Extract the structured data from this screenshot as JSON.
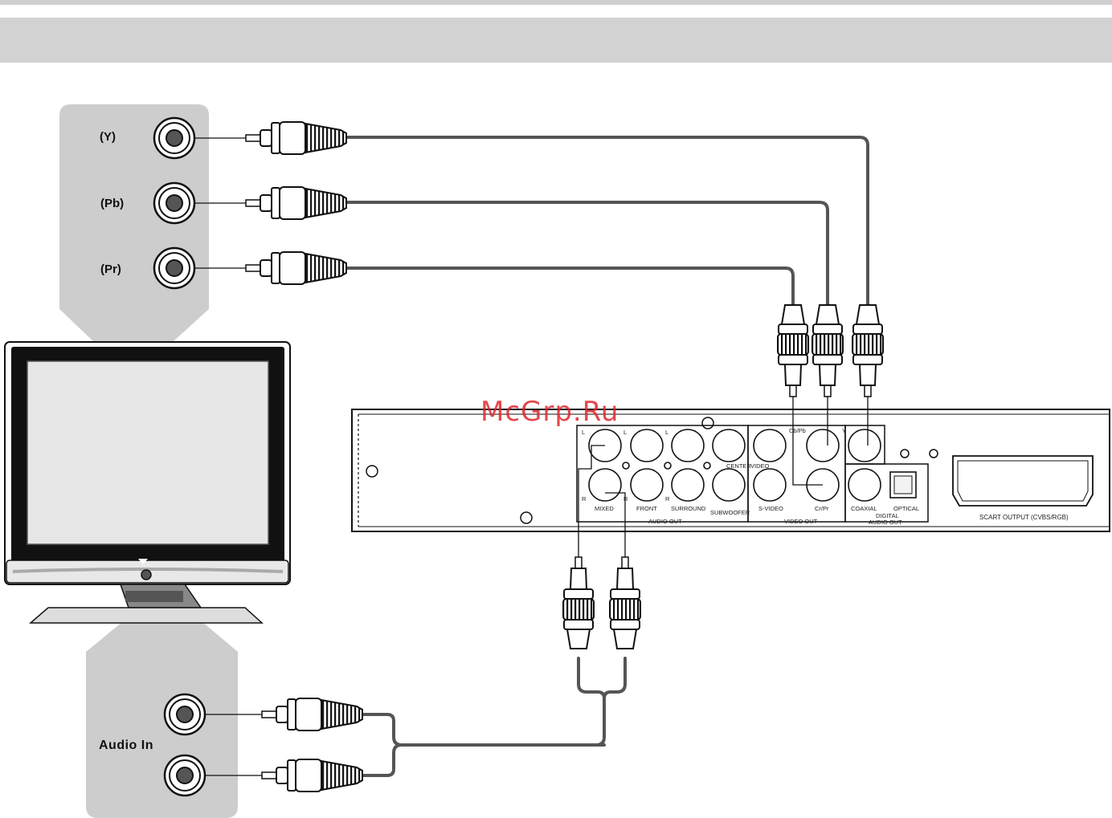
{
  "tv_video_inputs": {
    "labels": [
      "(Y)",
      "(Pb)",
      "(Pr)"
    ]
  },
  "tv_audio_inputs": {
    "label": "Audio In"
  },
  "player_panel": {
    "audio_out": {
      "top_labels": [
        "L",
        "L",
        "L"
      ],
      "center_label": "CENTER",
      "r_labels": [
        "R",
        "R",
        "R"
      ],
      "bottom_labels": [
        "MIXED",
        "FRONT",
        "SURROUND",
        "SUBWOOFER"
      ],
      "group_label": "AUDIO OUT"
    },
    "video_out": {
      "cbpb_label": "Cb/Pb",
      "y_label": "Y",
      "video_label": "VIDEO",
      "svideo_label": "S-VIDEO",
      "crpr_label": "Cr/Pr",
      "group_label": "VIDEO OUT"
    },
    "digital_audio_out": {
      "coaxial_label": "COAXIAL",
      "optical_label": "OPTICAL",
      "group_label_1": "DIGITAL",
      "group_label_2": "AUDIO OUT"
    },
    "scart_label": "SCART OUTPUT (CVBS/RGB)"
  },
  "watermark": "McGrp.Ru",
  "colors": {
    "panel_gray": "#cdcdcd",
    "header_gray": "#d2d2d2",
    "cable": "#555555",
    "watermark_red": "#e0262b"
  }
}
